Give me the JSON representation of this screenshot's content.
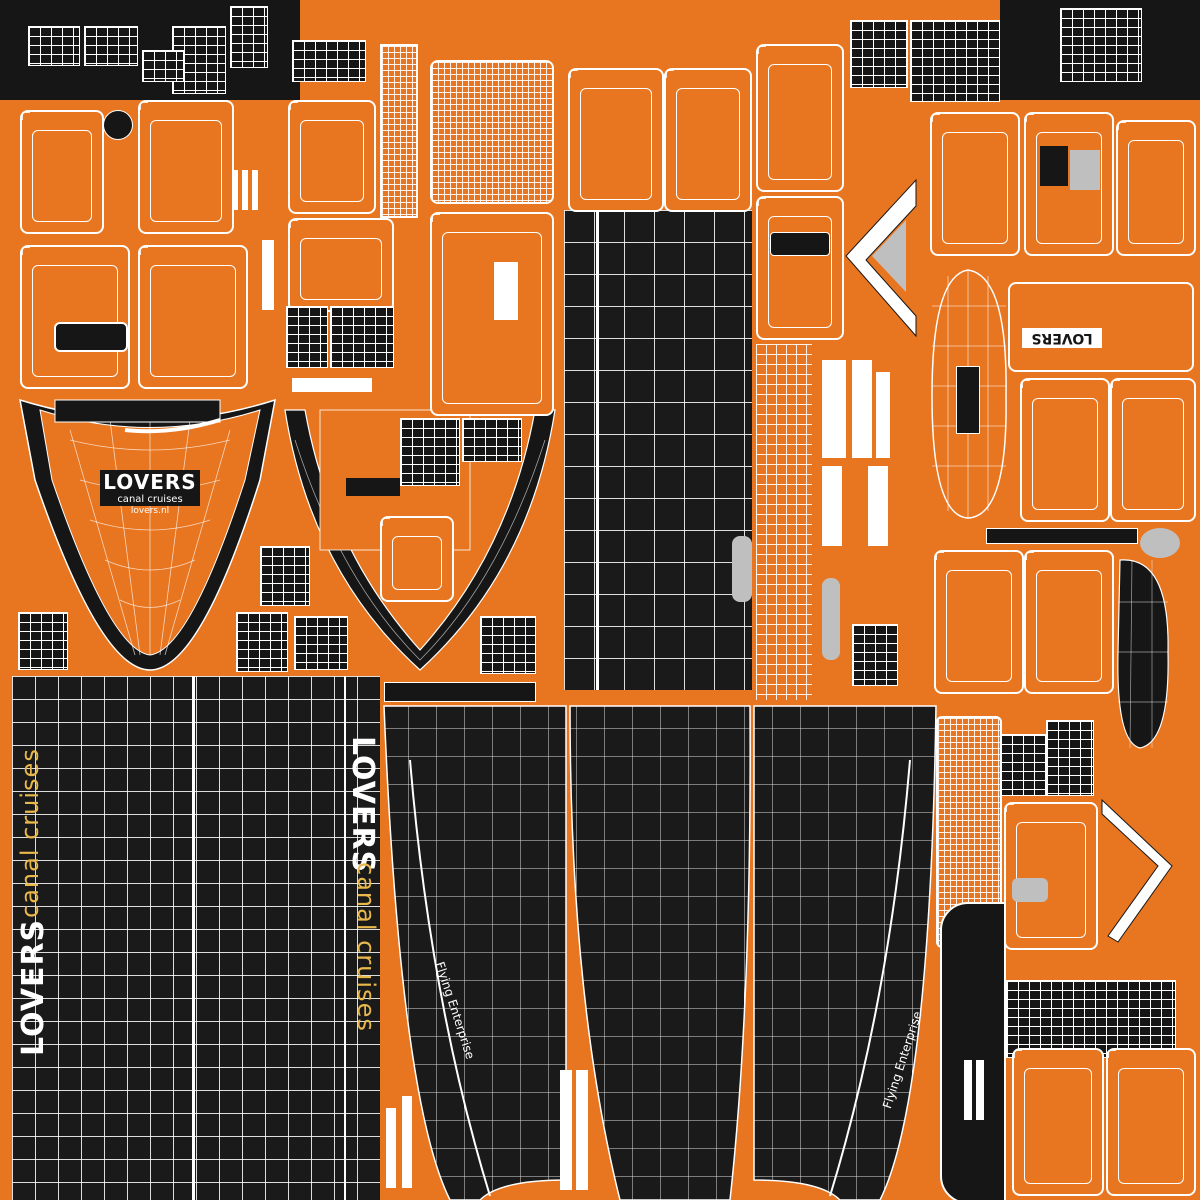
{
  "logo": {
    "brand": "LOVERS",
    "tagline": "canal cruises",
    "url": "lovers.nl"
  },
  "hull_text": {
    "large_brand": "LOVERS",
    "large_tagline": "canal cruises",
    "side_brand": "LOVERS",
    "side_tagline": "canal cruises",
    "builder_left": "Flying Enterprise",
    "builder_right": "Flying Enterprise"
  },
  "colors": {
    "orange": "#e8751f",
    "black": "#161616",
    "white": "#ffffff",
    "yellow": "#e8b84a",
    "grey": "#bfbfbf"
  }
}
